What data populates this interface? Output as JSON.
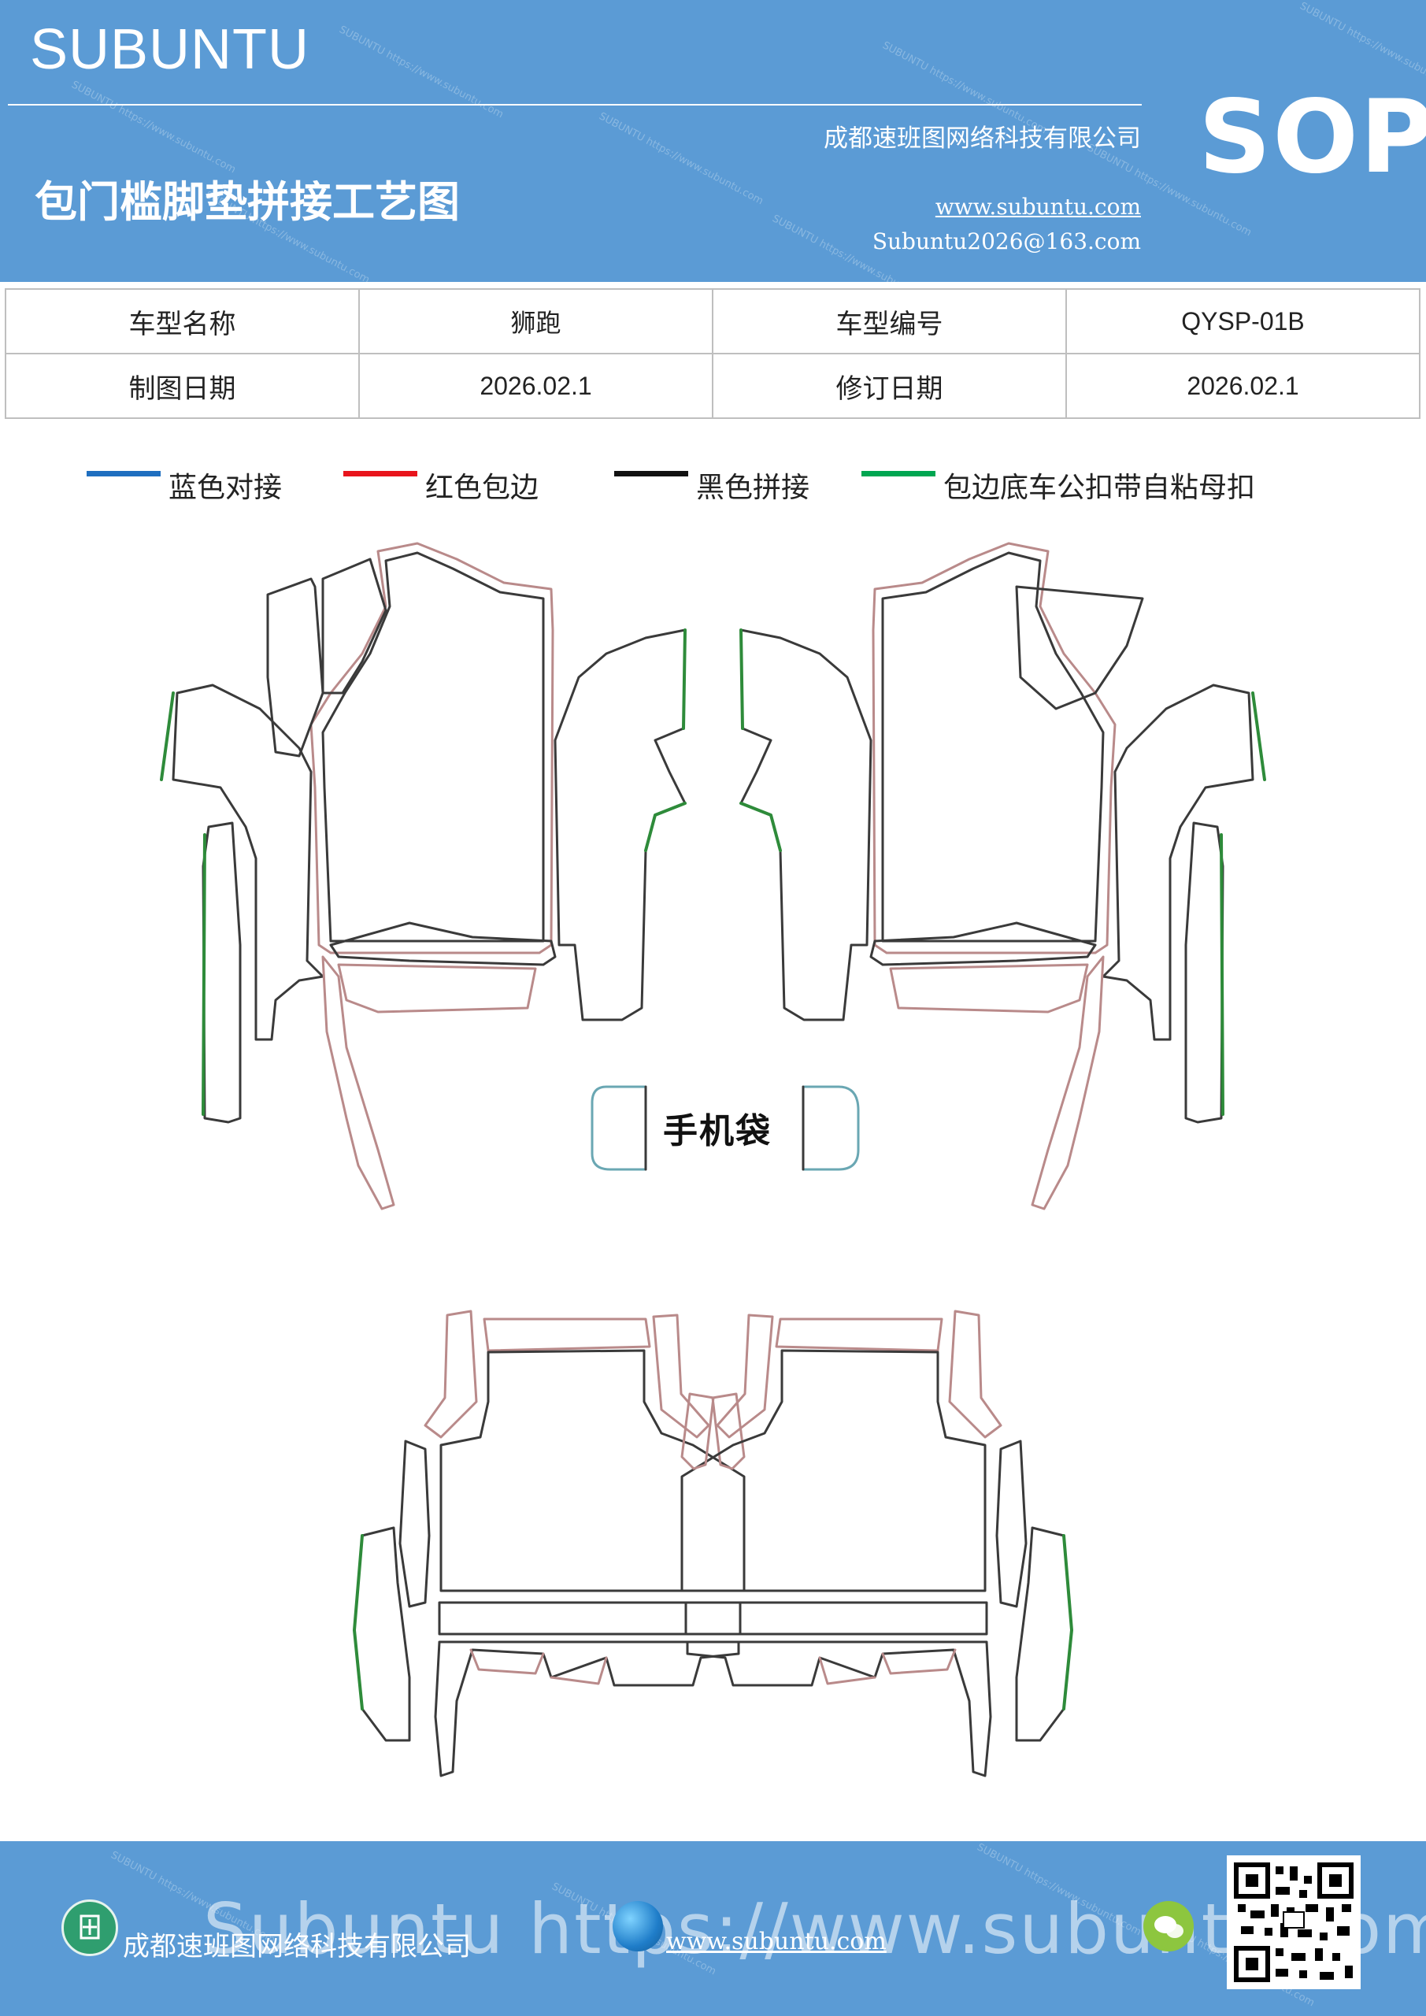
{
  "header": {
    "brand": "SUBUNTU",
    "title": "包门槛脚垫拼接工艺图",
    "company": "成都速班图网络科技有限公司",
    "website": "www.subuntu.com",
    "email": "Subuntu2026@163.com",
    "badge": "SOP",
    "background_color": "#5b9bd5",
    "watermark_text": "SUBUNTU https://www.subuntu.com"
  },
  "info_table": {
    "rows": [
      [
        {
          "label": "车型名称"
        },
        {
          "value": "狮跑"
        },
        {
          "label": "车型编号"
        },
        {
          "value": "QYSP-01B"
        }
      ],
      [
        {
          "label": "制图日期"
        },
        {
          "value": "2026.02.1"
        },
        {
          "label": "修订日期"
        },
        {
          "value": "2026.02.1"
        }
      ]
    ]
  },
  "legend": [
    {
      "label": "蓝色对接",
      "color": "#1f6fc0"
    },
    {
      "label": "红色包边",
      "color": "#e8141c"
    },
    {
      "label": "黑色拼接",
      "color": "#111111"
    },
    {
      "label": "包边底车公扣带自粘母扣",
      "color": "#00a651"
    }
  ],
  "drawing": {
    "phone_bag_label": "手机袋",
    "outline_color": "#3a3a3a",
    "edge_color": "#b98a8a",
    "green_edge_color": "#2e8b3a",
    "teal_edge_color": "#6aa7b3"
  },
  "footer": {
    "company": "成都速班图网络科技有限公司",
    "website": "www.subuntu.com",
    "watermark": "Subuntu https://www.subuntu.com",
    "icons": [
      "building-icon",
      "globe-icon",
      "wechat-icon",
      "qr-code"
    ]
  }
}
